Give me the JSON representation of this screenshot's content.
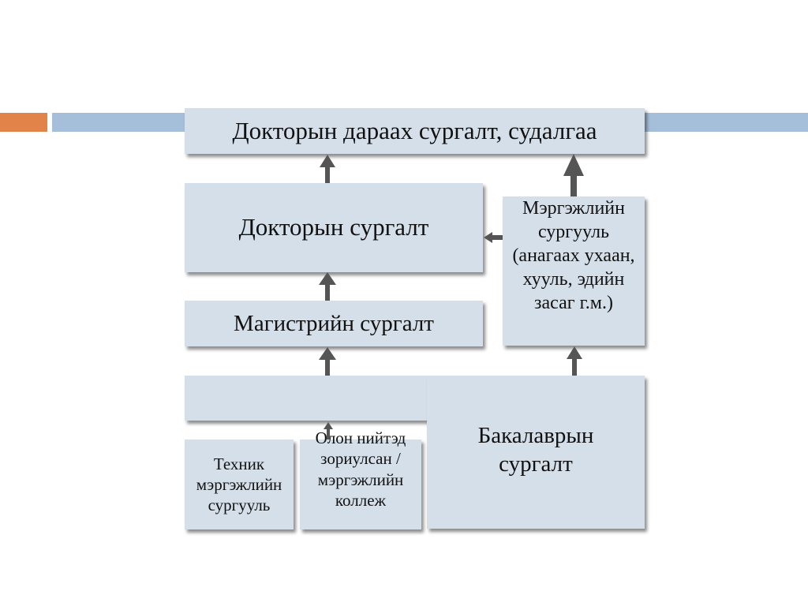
{
  "colors": {
    "accent_orange": "#e2844a",
    "accent_blue": "#a5bfda",
    "box_fill": "#d5dfea",
    "arrow": "#555555"
  },
  "diagram": {
    "top_box": "Докторын дараах сургалт, судалгаа",
    "doctoral_box": "Докторын сургалт",
    "professional_school_box": "Мэргэжлийн сургууль (анагаах ухаан, хууль, эдийн засаг г.м.)",
    "masters_box": "Магистрийн сургалт",
    "bachelors_box": "Бакалаврын сургалт",
    "technical_school_box": "Техник мэргэжлийн сургууль",
    "community_college_box": "Олон нийтэд зориулсан / мэргэжлийн коллеж",
    "empty_box": ""
  }
}
